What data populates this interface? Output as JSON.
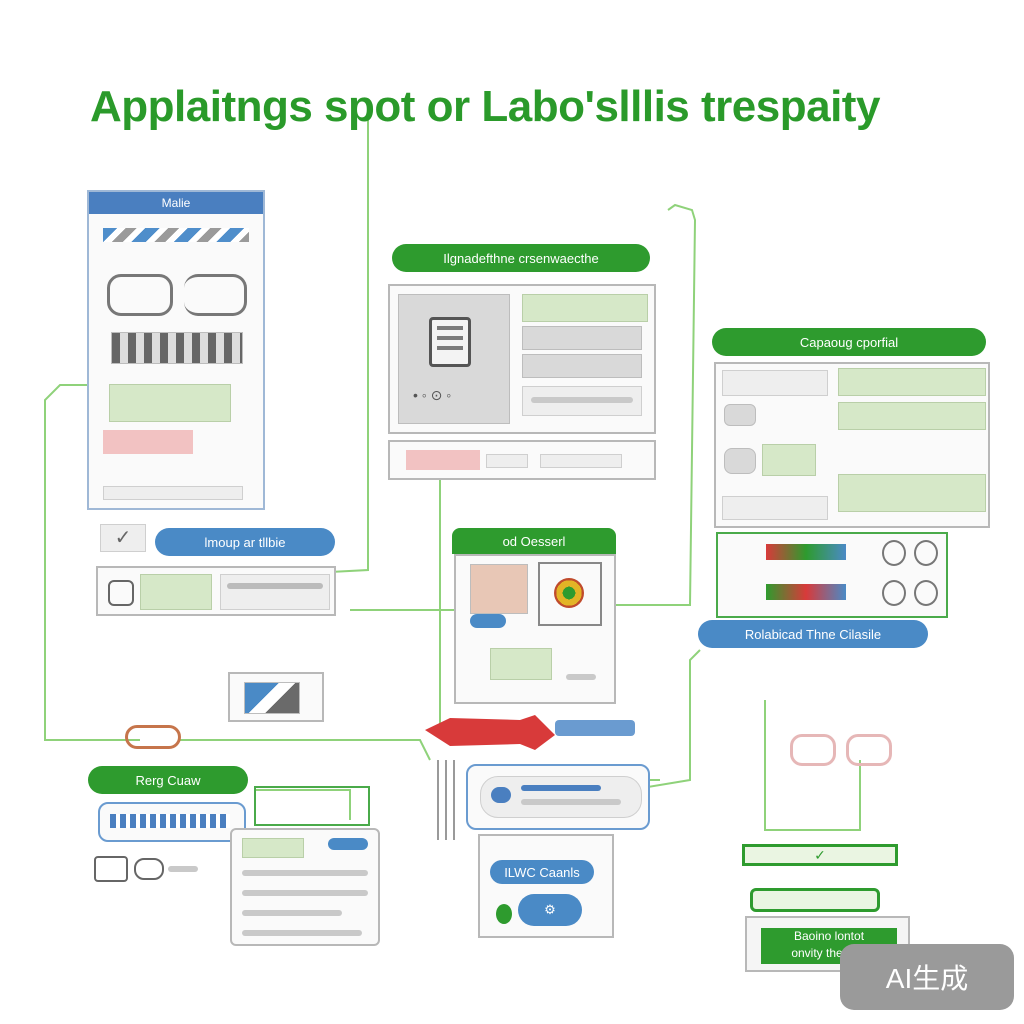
{
  "title": "Applaitngs spot or Labo'slllis trespaity",
  "labels": {
    "left_header": "Malie",
    "center_pill": "Ilgnadefthne crsenwaecthe",
    "right_pill": "Capaoug cporfial",
    "left_blue_pill": "lmoup ar tllbie",
    "center_box_tab": "od Oesserl",
    "right_blue_pill": "Rolabicad Thne Cilasile",
    "bottom_left_tab": "Rerg Cuaw",
    "bottom_center_pill": "ILWC Caanls",
    "bottom_right_box": "Baoino lontot\nonvity thetroot",
    "watermark": "AI生成"
  },
  "colors": {
    "green": "#2e9b2e",
    "blue": "#4a8ac6",
    "wire": "#8fd27a",
    "red": "#d83a3a"
  }
}
